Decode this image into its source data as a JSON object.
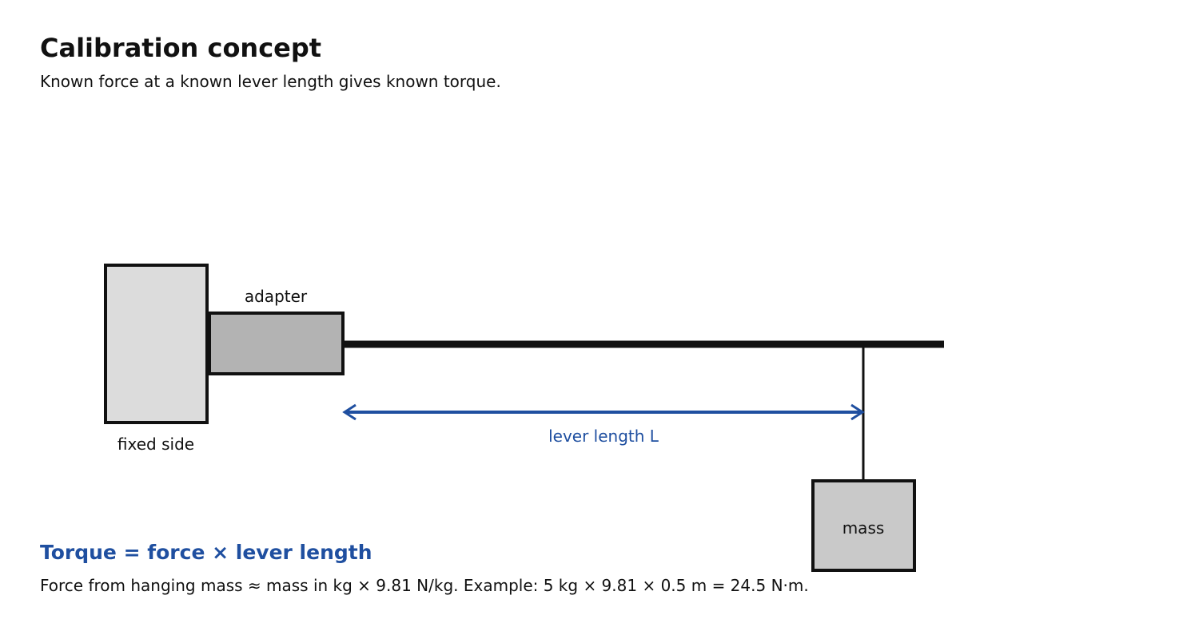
{
  "header": {
    "title": "Calibration concept",
    "subtitle": "Known force at a known lever length gives known torque."
  },
  "diagram": {
    "labels": {
      "fixed_side": "fixed side",
      "adapter": "adapter",
      "lever_length": "lever length L",
      "mass": "mass"
    }
  },
  "footer": {
    "formula": "Torque = force × lever length",
    "example": "Force from hanging mass ≈ mass in kg × 9.81 N/kg. Example: 5 kg × 9.81 × 0.5 m = 24.5 N·m."
  },
  "colors": {
    "accent": "#1f4fa0",
    "text": "#111111",
    "fixed_side_fill": "#dcdcdc",
    "adapter_fill": "#b3b3b3",
    "mass_fill": "#c9c9c9"
  }
}
